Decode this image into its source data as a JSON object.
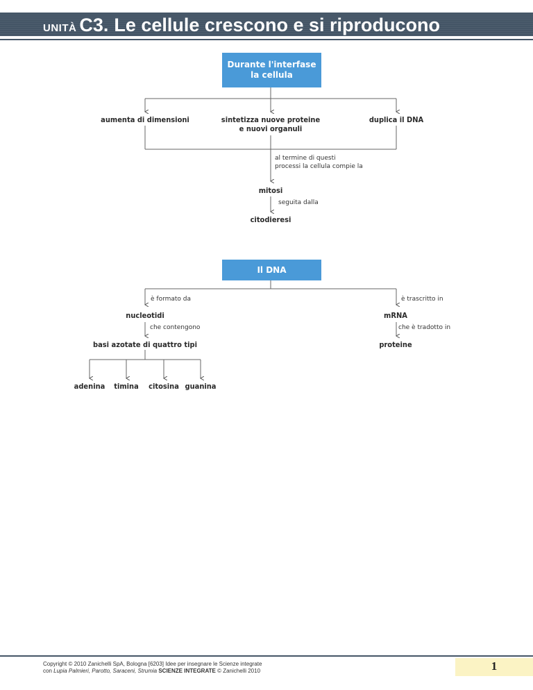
{
  "header": {
    "unit_label": "UNITÀ",
    "unit_code": "C3.",
    "title": "Le cellule crescono e si riproducono"
  },
  "map1": {
    "root": "Durante l'interfase\nla cellula",
    "branches": [
      "aumenta di dimensioni",
      "sintetizza nuove proteine\ne nuovi organuli",
      "duplica il DNA"
    ],
    "link1": "al termine di questi\nprocessi la cellula compie la",
    "node1": "mitosi",
    "link2": "seguita dalla",
    "node2": "citodieresi"
  },
  "map2": {
    "root": "Il DNA",
    "left_link": "è formato da",
    "left_node": "nucleotidi",
    "left_link2": "che contengono",
    "left_node2": "basi azotate di quattro tipi",
    "bases": [
      "adenina",
      "timina",
      "citosina",
      "guanina"
    ],
    "right_link": "è trascritto in",
    "right_node": "mRNA",
    "right_link2": "che è tradotto in",
    "right_node2": "proteine"
  },
  "footer": {
    "line1": "Copyright © 2010 Zanichelli SpA, Bologna [6203] Idee per insegnare le Scienze integrate",
    "line2_prefix": "con ",
    "line2_authors": "Lupia Palmieri, Parotto, Saraceni, Strumia",
    "line2_book": "SCIENZE INTEGRATE",
    "line2_suffix": " © Zanichelli 2010",
    "page_number": "1"
  },
  "colors": {
    "header_bg": "#445566",
    "box_bg": "#4a9ad8",
    "page_box_bg": "#fbf3c4",
    "line": "#555555"
  }
}
